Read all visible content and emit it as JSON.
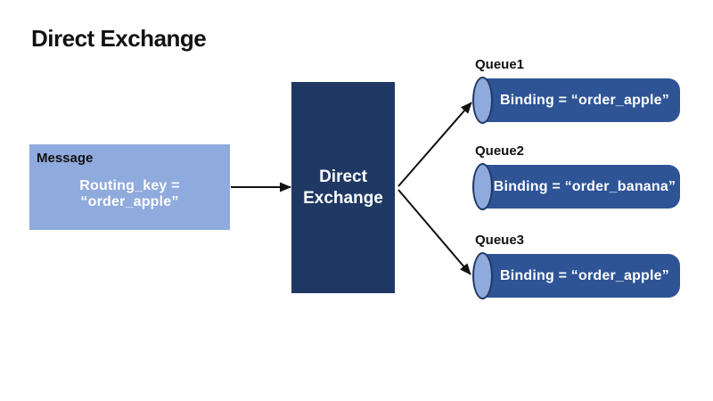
{
  "page": {
    "title": "Direct Exchange"
  },
  "message_box": {
    "label": "Message",
    "routing_key_text": "Routing_key = “order_apple”"
  },
  "exchange": {
    "label": "Direct Exchange"
  },
  "queues": [
    {
      "name": "Queue1",
      "binding": "Binding = “order_apple”"
    },
    {
      "name": "Queue2",
      "binding": "Binding = “order_banana”"
    },
    {
      "name": "Queue3",
      "binding": "Binding = “order_apple”"
    }
  ],
  "colors": {
    "message_fill": "#8FAADC",
    "exchange_fill": "#1F3864",
    "queue_body": "#2E5496",
    "queue_cap": "#8FAADC",
    "queue_cap_border": "#1F3864",
    "arrow": "#111111",
    "text_dark": "#111111",
    "text_light": "#FFFFFF"
  }
}
